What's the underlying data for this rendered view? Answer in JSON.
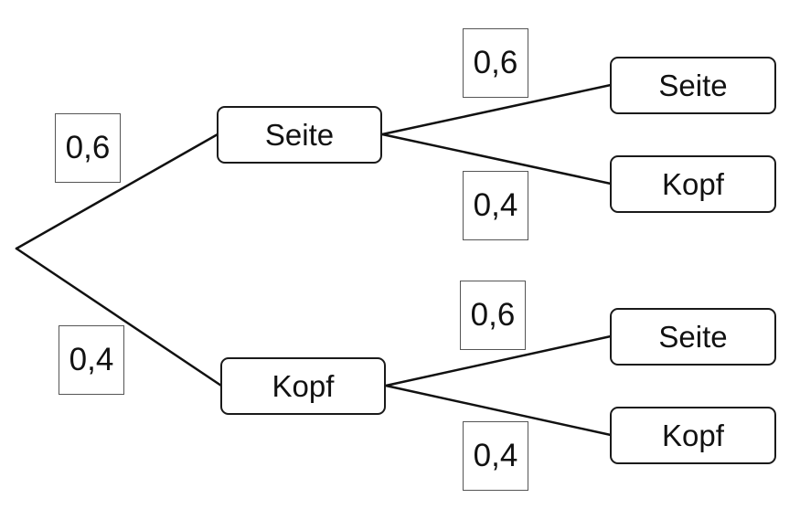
{
  "tree": {
    "level1": [
      {
        "label": "Seite",
        "probability": "0,6"
      },
      {
        "label": "Kopf",
        "probability": "0,4"
      }
    ],
    "level2": [
      {
        "label": "Seite",
        "probability": "0,6"
      },
      {
        "label": "Kopf",
        "probability": "0,4"
      },
      {
        "label": "Seite",
        "probability": "0,6"
      },
      {
        "label": "Kopf",
        "probability": "0,4"
      }
    ]
  }
}
